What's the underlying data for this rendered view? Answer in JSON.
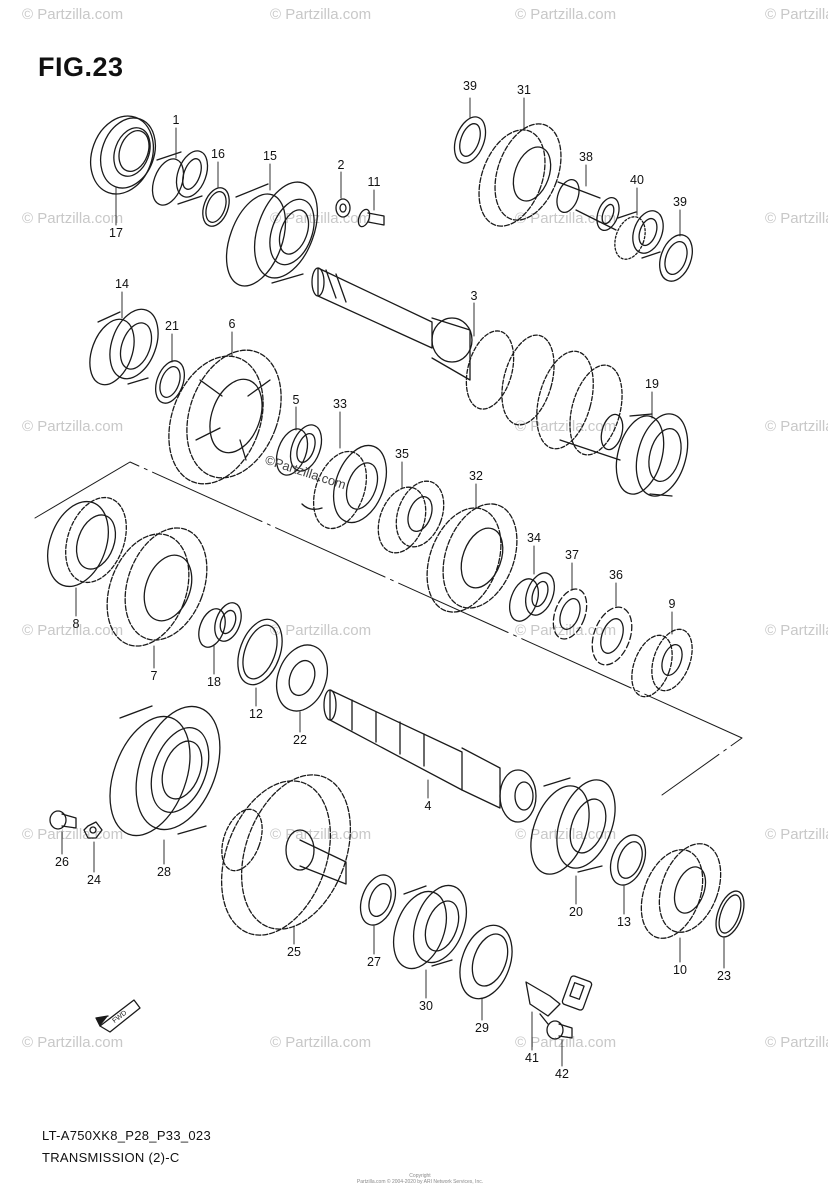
{
  "figure": {
    "title": "FIG.23"
  },
  "footer": {
    "code": "LT-A750XK8_P28_P33_023",
    "name": "TRANSMISSION (2)-C"
  },
  "watermark": {
    "text": "© Partzilla.com"
  },
  "brand_mark": "©Partzilla.com",
  "copyright_note": "Copyright\nPartzilla.com © 2004-2020 by ARI Network Services, Inc.",
  "fwd_label": "FWD",
  "colors": {
    "line": "#1a1a1a",
    "watermark": "#c8c8c8",
    "background": "#ffffff"
  },
  "callouts": [
    {
      "id": "c1",
      "text": "1"
    },
    {
      "id": "c2",
      "text": "2"
    },
    {
      "id": "c3",
      "text": "3"
    },
    {
      "id": "c4",
      "text": "4"
    },
    {
      "id": "c5",
      "text": "5"
    },
    {
      "id": "c6",
      "text": "6"
    },
    {
      "id": "c7",
      "text": "7"
    },
    {
      "id": "c8",
      "text": "8"
    },
    {
      "id": "c9",
      "text": "9"
    },
    {
      "id": "c10",
      "text": "10"
    },
    {
      "id": "c11",
      "text": "11"
    },
    {
      "id": "c12",
      "text": "12"
    },
    {
      "id": "c13",
      "text": "13"
    },
    {
      "id": "c14",
      "text": "14"
    },
    {
      "id": "c15",
      "text": "15"
    },
    {
      "id": "c16",
      "text": "16"
    },
    {
      "id": "c17",
      "text": "17"
    },
    {
      "id": "c18",
      "text": "18"
    },
    {
      "id": "c19",
      "text": "19"
    },
    {
      "id": "c20",
      "text": "20"
    },
    {
      "id": "c21",
      "text": "21"
    },
    {
      "id": "c22",
      "text": "22"
    },
    {
      "id": "c23",
      "text": "23"
    },
    {
      "id": "c24",
      "text": "24"
    },
    {
      "id": "c25",
      "text": "25"
    },
    {
      "id": "c26",
      "text": "26"
    },
    {
      "id": "c27",
      "text": "27"
    },
    {
      "id": "c28",
      "text": "28"
    },
    {
      "id": "c29",
      "text": "29"
    },
    {
      "id": "c30",
      "text": "30"
    },
    {
      "id": "c31",
      "text": "31"
    },
    {
      "id": "c32",
      "text": "32"
    },
    {
      "id": "c33",
      "text": "33"
    },
    {
      "id": "c34",
      "text": "34"
    },
    {
      "id": "c35",
      "text": "35"
    },
    {
      "id": "c36",
      "text": "36"
    },
    {
      "id": "c37",
      "text": "37"
    },
    {
      "id": "c38",
      "text": "38"
    },
    {
      "id": "c39a",
      "text": "39"
    },
    {
      "id": "c39b",
      "text": "39"
    },
    {
      "id": "c40",
      "text": "40"
    },
    {
      "id": "c41",
      "text": "41"
    },
    {
      "id": "c42",
      "text": "42"
    }
  ]
}
